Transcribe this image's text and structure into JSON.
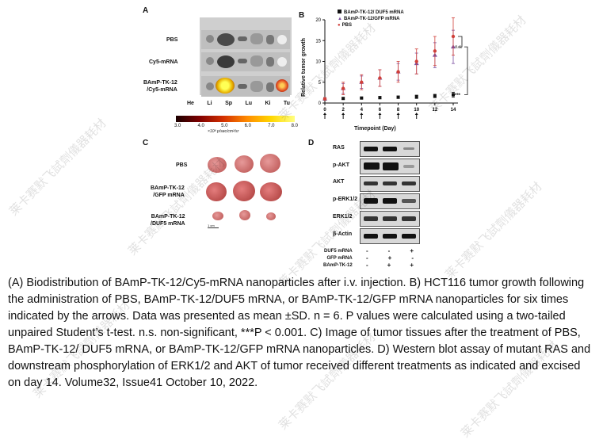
{
  "panel_a": {
    "letter": "A",
    "rows": [
      "PBS",
      "Cy5-mRNA",
      "BAmP-TK-12\n/Cy5-mRNA"
    ],
    "organs": [
      "He",
      "Li",
      "Sp",
      "Lu",
      "Ki",
      "Tu"
    ],
    "colorbar_ticks": [
      "3.0",
      "4.0",
      "5.0",
      "6.0",
      "7.0",
      "8.0"
    ],
    "colorbar_label": "×10⁸ p/sec/cm²/sr"
  },
  "panel_b": {
    "letter": "B",
    "chart_data": {
      "type": "line",
      "xlabel": "Timepoint (Day)",
      "ylabel": "Relative tumor growth",
      "x": [
        0,
        2,
        4,
        6,
        8,
        10,
        12,
        14
      ],
      "ylim": [
        0,
        20
      ],
      "yticks": [
        0,
        5,
        10,
        15,
        20
      ],
      "series": [
        {
          "name": "BAmP-TK-12/ DUF5 mRNA",
          "color": "#111111",
          "marker": "square",
          "values": [
            1,
            1.1,
            1.2,
            1.3,
            1.4,
            1.5,
            1.7,
            2.0
          ],
          "errors": [
            0.1,
            0.2,
            0.2,
            0.3,
            0.3,
            0.4,
            0.4,
            0.6
          ]
        },
        {
          "name": "BAmP-TK-12/GFP mRNA",
          "color": "#7a4fa0",
          "marker": "triangle",
          "values": [
            1,
            3.5,
            5,
            6,
            7.5,
            9.5,
            11.5,
            13.5
          ],
          "errors": [
            0.2,
            1.2,
            1.5,
            2,
            2,
            2.5,
            3,
            4
          ]
        },
        {
          "name": "PBS",
          "color": "#d0403a",
          "marker": "circle",
          "values": [
            1,
            3.5,
            5,
            6,
            7.5,
            10,
            12.5,
            16
          ],
          "errors": [
            0.2,
            1.5,
            1.8,
            2,
            2.5,
            3,
            3.5,
            4.5
          ]
        }
      ],
      "annotations": [
        "n.s.",
        "***"
      ]
    }
  },
  "panel_c": {
    "letter": "C",
    "rows": [
      "PBS",
      "BAmP-TK-12\n/GFP mRNA",
      "BAmP-TK-12\n/DUF5 mRNA"
    ],
    "scale": "1 cm"
  },
  "panel_d": {
    "letter": "D",
    "proteins": [
      "RAS",
      "p-AKT",
      "AKT",
      "p-ERK1/2",
      "ERK1/2",
      "β-Actin"
    ],
    "treatments": [
      {
        "label": "DUF5 mRNA",
        "signs": [
          "-",
          "-",
          "+"
        ]
      },
      {
        "label": "GFP mRNA",
        "signs": [
          "-",
          "+",
          "-"
        ]
      },
      {
        "label": "BAmP-TK-12",
        "signs": [
          "-",
          "+",
          "+"
        ]
      }
    ]
  },
  "caption": {
    "p1": "(A) Biodistribution of BAmP-TK-12/Cy5-mRNA nanoparticles after i.v. injection. B) HCT116 tumor growth following the administration of PBS, BAmP-TK-12/DUF5 mRNA, or BAmP-TK-12/GFP mRNA nanoparticles for six times indicated by the arrows. Data was presented as mean ±SD. n = 6. P values were calculated using a two-tailed unpaired Student’s t-test. n.s. non-significant, ***P < 0.001. C) Image of tumor tissues after the treatment of PBS, BAmP-TK-12/ DUF5 mRNA, or BAmP-TK-12/GFP mRNA nanoparticles. D) Western blot assay of mutant RAS and downstream phosphorylation of ERK1/2 and AKT of tumor received different treatments as indicated and excised on day 14. Volume32, Issue41 October 10, 2022."
  },
  "watermark": "莱卡赛默飞試劑儀器耗材"
}
